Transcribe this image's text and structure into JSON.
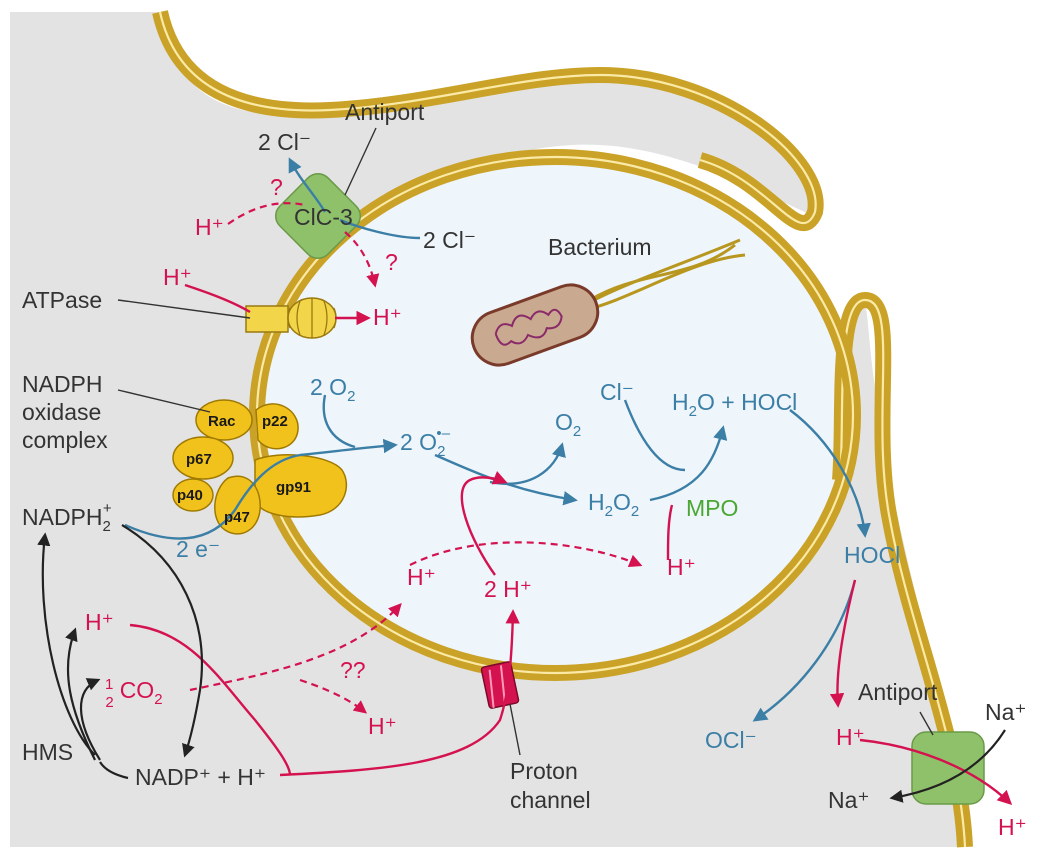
{
  "labels": {
    "antiport_top": "Antiport",
    "cl_out": "2 Cl⁻",
    "cl_in": "2 Cl⁻",
    "clc3": "ClC-3",
    "question": "?",
    "double_question": "??",
    "h_plus": "H⁺",
    "two_h": "2 H⁺",
    "bacterium": "Bacterium",
    "atpase": "ATPase",
    "nadph_oxidase_1": "NADPH",
    "nadph_oxidase_2": "oxidase",
    "nadph_oxidase_3": "complex",
    "cl_minus": "Cl⁻",
    "mpo": "MPO",
    "electrons": "2 e⁻",
    "hocl": "HOCl",
    "ocl": "OCl⁻",
    "hms": "HMS",
    "nadp": "NADP⁺ + H⁺",
    "proton_channel_1": "Proton",
    "proton_channel_2": "channel",
    "antiport_right": "Antiport",
    "na_plus": "Na⁺"
  },
  "subunits": {
    "rac": "Rac",
    "p22": "p22",
    "p67": "p67",
    "p40": "p40",
    "p47": "p47",
    "gp91": "gp91"
  },
  "colors": {
    "membrane": "#c9a227",
    "blue_species": "#3b7ea6",
    "red_protons": "#d4124f",
    "mpo_green": "#4aa832",
    "oxidase_yellow": "#f2c21c",
    "antiport_green": "#8fc06a"
  }
}
